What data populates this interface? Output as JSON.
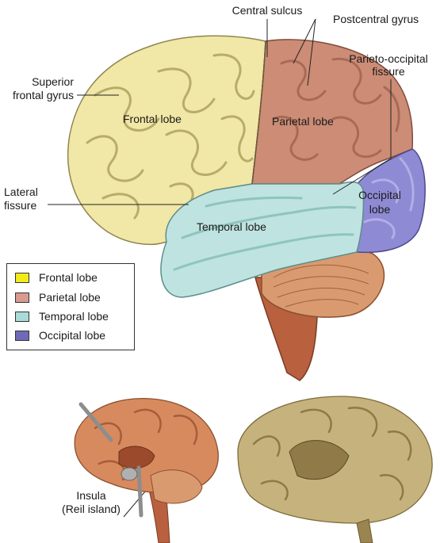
{
  "labels": {
    "central_sulcus": "Central sulcus",
    "postcentral_gyrus": "Postcentral gyrus",
    "parieto_occipital_fissure_1": "Parieto-occipital",
    "parieto_occipital_fissure_2": "fissure",
    "superior_frontal_gyrus_1": "Superior",
    "superior_frontal_gyrus_2": "frontal gyrus",
    "frontal_lobe": "Frontal lobe",
    "parietal_lobe": "Parietal lobe",
    "lateral_fissure_1": "Lateral",
    "lateral_fissure_2": "fissure",
    "temporal_lobe": "Temporal lobe",
    "occipital_lobe_1": "Occipital",
    "occipital_lobe_2": "lobe",
    "insula_1": "Insula",
    "insula_2": "(Reil island)"
  },
  "legend": {
    "items": [
      {
        "label": "Frontal lobe",
        "color": "#f2ea1a"
      },
      {
        "label": "Parietal lobe",
        "color": "#d99a92"
      },
      {
        "label": "Temporal lobe",
        "color": "#a9dcd8"
      },
      {
        "label": "Occipital lobe",
        "color": "#6f6ab8"
      }
    ]
  },
  "colors": {
    "frontal": "#f1e7a6",
    "parietal": "#cc8c76",
    "temporal": "#bfe3e0",
    "occipital": "#8f8ad4",
    "cerebellum": "#d99a70",
    "brainstem": "#b9603f"
  }
}
